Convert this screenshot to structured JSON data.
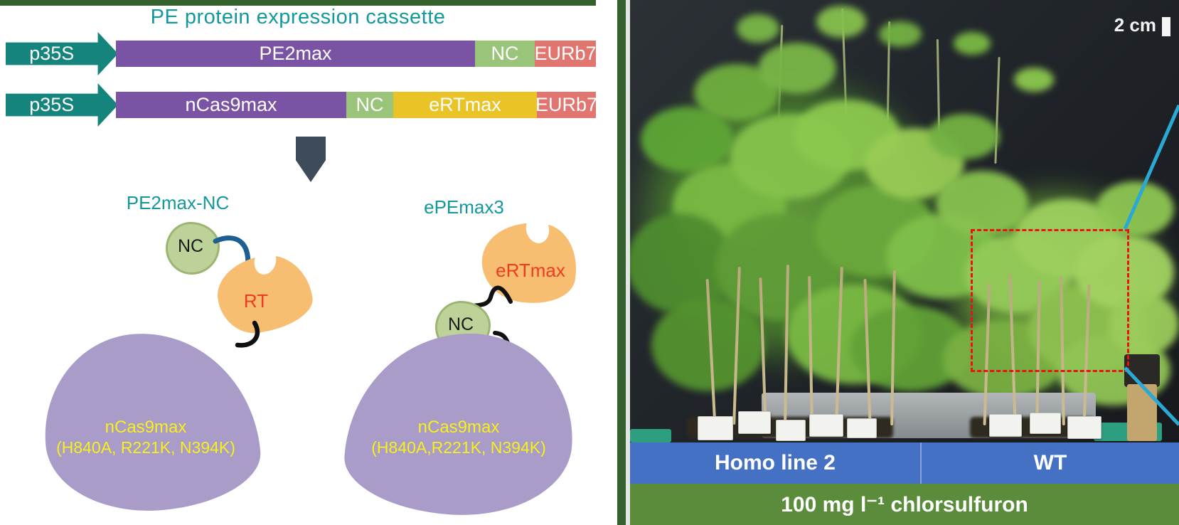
{
  "left_panel": {
    "title": "PE protein expression cassette",
    "cassette_rows": [
      {
        "promoter": "p35S",
        "segments": [
          {
            "label": "PE2max"
          },
          {
            "label": "NC"
          },
          {
            "label": "EURb7"
          }
        ]
      },
      {
        "promoter": "p35S",
        "segments": [
          {
            "label": "nCas9max"
          },
          {
            "label": "NC"
          },
          {
            "label": "eRTmax"
          },
          {
            "label": "EURb7"
          }
        ]
      }
    ],
    "constructs": [
      {
        "name": "PE2max-NC",
        "nc": "NC",
        "rt": "RT",
        "cas_line1": "nCas9max",
        "cas_line2": "(H840A, R221K, N394K)"
      },
      {
        "name": "ePEmax3",
        "nc": "NC",
        "rt": "eRTmax",
        "cas_line1": "nCas9max",
        "cas_line2": "(H840A,R221K, N394K)"
      }
    ]
  },
  "right_panel": {
    "scale_bar_label": "2 cm",
    "group_labels": [
      "Homo line 2",
      "WT"
    ],
    "treatment": "100 mg l⁻¹ chlorsulfuron"
  },
  "colors": {
    "title_teal": "#13989b",
    "promoter_teal": "#15847c",
    "cassette_purple": "#7b53a5",
    "nc_green": "#99c47a",
    "eurb7_salmon": "#e1756f",
    "ertmax_yellow": "#eac327",
    "arrow_slate": "#3e4c59",
    "blob_orange": "#f7be72",
    "blob_nc_green": "#bdd298",
    "blob_purple": "#a99cc9",
    "cas_label_yellow": "#f8ef1b",
    "rt_label_red": "#ee3b22",
    "linker_blue": "#1d5f92",
    "frame_green": "#35612c",
    "group_bar_blue": "#4571c4",
    "treatment_bar_green": "#5a8c3b",
    "highlight_box_red": "#ec1212",
    "callout_cyan": "#2aa9d5"
  }
}
